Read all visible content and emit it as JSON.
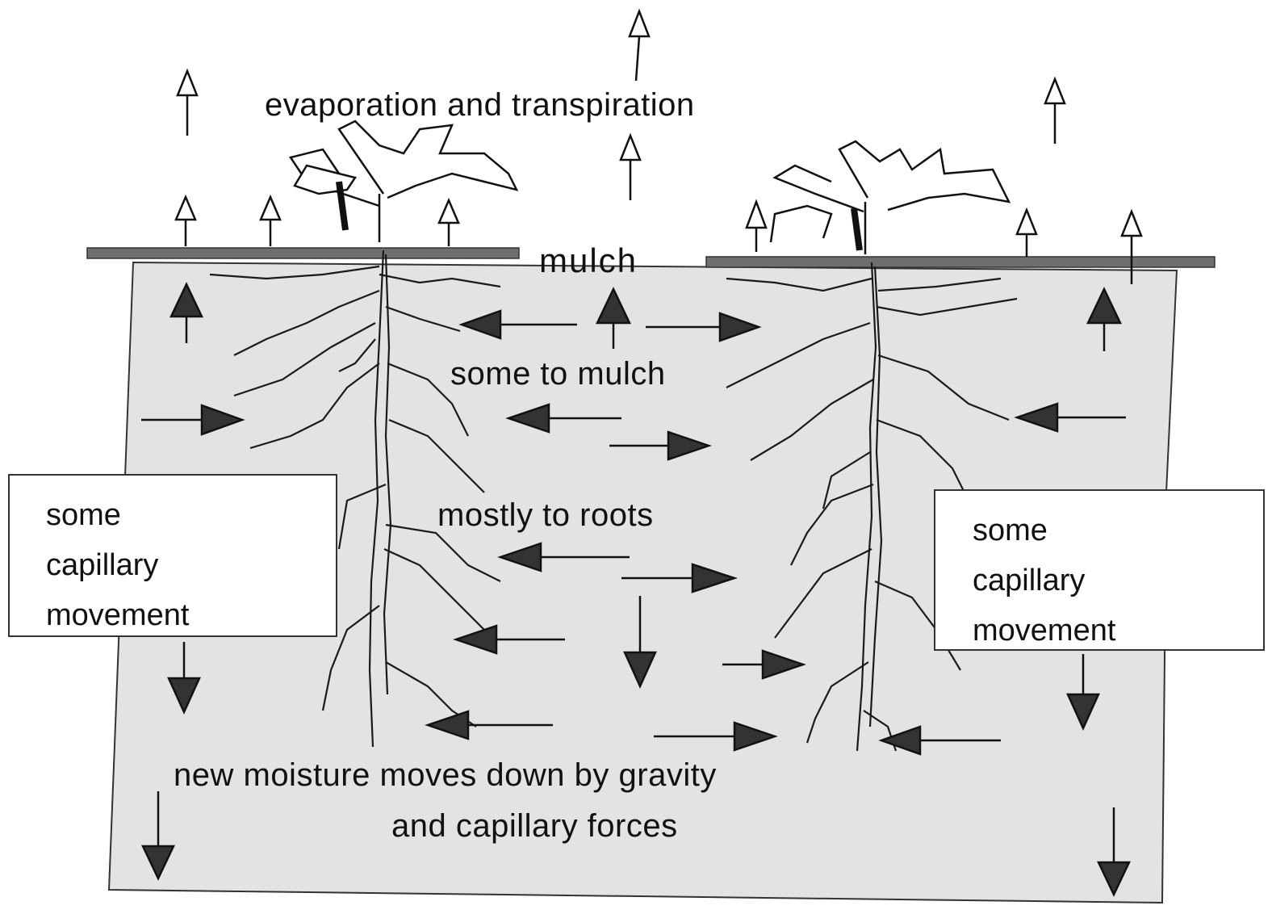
{
  "labels": {
    "evaporation": "evaporation and transpiration",
    "mulch": "mulch",
    "some_to_mulch": "some to mulch",
    "mostly_to_roots": "mostly to roots",
    "new_moisture_line1": "new moisture moves down by gravity",
    "new_moisture_line2": "and capillary forces"
  },
  "left_box": {
    "lines": [
      "some",
      "capillary",
      "movement"
    ]
  },
  "right_box": {
    "lines": [
      "some",
      "capillary",
      "movement"
    ]
  },
  "colors": {
    "soil": "#e3e3e3",
    "mulch": "#6f6f6f",
    "arrow_dark": "#333333",
    "ink": "#1a1a1a"
  },
  "icons": [
    "plant-icon",
    "root-system-icon",
    "hollow-up-arrow-icon",
    "solid-arrow-icon"
  ]
}
